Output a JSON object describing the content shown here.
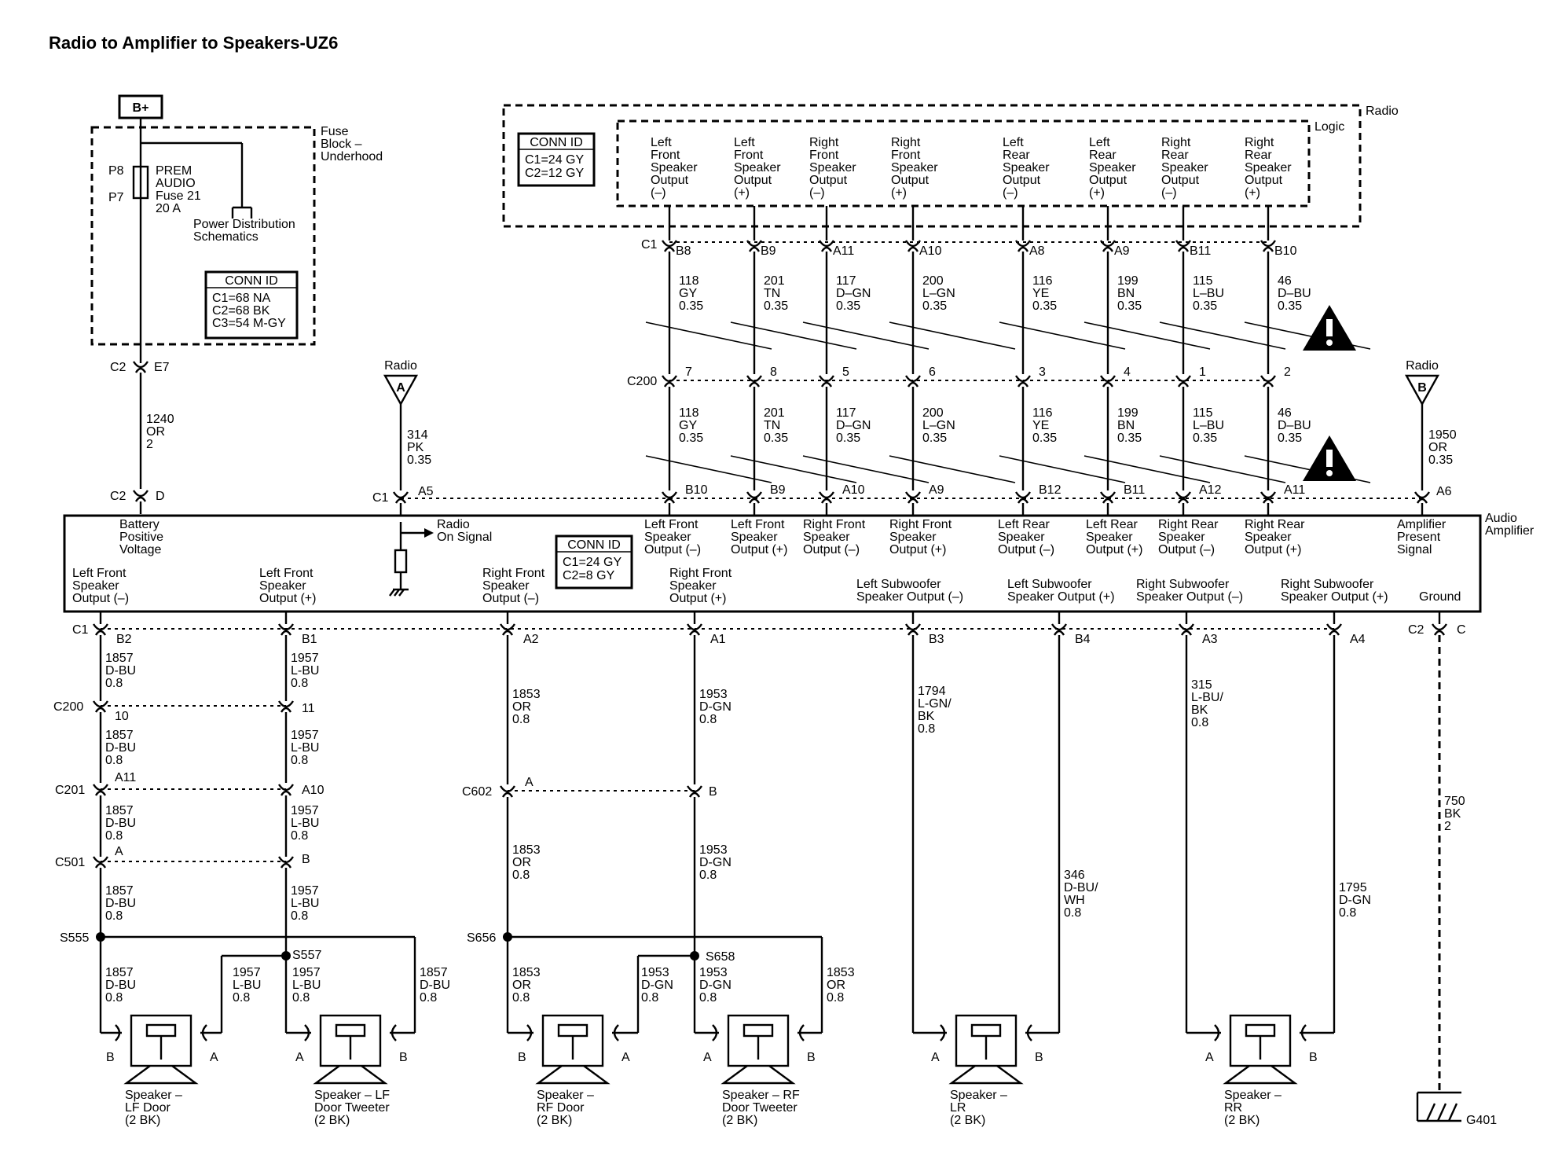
{
  "title": "Radio to Amplifier to Speakers-UZ6",
  "power": {
    "bplus": "B+",
    "fuse_block": [
      "Fuse",
      "Block –",
      "Underhood"
    ],
    "fuse_pins": [
      "P8",
      "P7"
    ],
    "fuse_label": [
      "PREM",
      "AUDIO",
      "Fuse 21",
      "20 A"
    ],
    "pd_schem": [
      "Power Distribution",
      "Schematics"
    ],
    "conn_title": "CONN ID",
    "conn_lines": [
      "C1=68 NA",
      "C2=68 BK",
      "C3=54 M-GY"
    ],
    "c2": "C2",
    "e7": "E7",
    "wire": [
      "1240",
      "OR",
      "2"
    ]
  },
  "radio": {
    "label": "Radio",
    "logic": "Logic",
    "conn_title": "CONN ID",
    "conn_lines": [
      "C1=24 GY",
      "C2=12 GY"
    ],
    "outputs": [
      [
        "Left",
        "Front",
        "Speaker",
        "Output",
        "(–)"
      ],
      [
        "Left",
        "Front",
        "Speaker",
        "Output",
        "(+)"
      ],
      [
        "Right",
        "Front",
        "Speaker",
        "Output",
        "(–)"
      ],
      [
        "Right",
        "Front",
        "Speaker",
        "Output",
        "(+)"
      ],
      [
        "Left",
        "Rear",
        "Speaker",
        "Output",
        "(–)"
      ],
      [
        "Left",
        "Rear",
        "Speaker",
        "Output",
        "(+)"
      ],
      [
        "Right",
        "Rear",
        "Speaker",
        "Output",
        "(–)"
      ],
      [
        "Right",
        "Rear",
        "Speaker",
        "Output",
        "(+)"
      ]
    ],
    "c1": "C1",
    "pins": [
      "B8",
      "B9",
      "A11",
      "A10",
      "A8",
      "A9",
      "B11",
      "B10"
    ]
  },
  "top_wires": [
    [
      "118",
      "GY",
      "0.35"
    ],
    [
      "201",
      "TN",
      "0.35"
    ],
    [
      "117",
      "D–GN",
      "0.35"
    ],
    [
      "200",
      "L–GN",
      "0.35"
    ],
    [
      "116",
      "YE",
      "0.35"
    ],
    [
      "199",
      "BN",
      "0.35"
    ],
    [
      "115",
      "L–BU",
      "0.35"
    ],
    [
      "46",
      "D–BU",
      "0.35"
    ]
  ],
  "c200_top": {
    "label": "C200",
    "pins": [
      "7",
      "8",
      "5",
      "6",
      "3",
      "4",
      "1",
      "2"
    ]
  },
  "amp_top_pins": [
    "B10",
    "B9",
    "A10",
    "A9",
    "B12",
    "B11",
    "A12",
    "A11"
  ],
  "radio_a": {
    "label": "Radio",
    "letter": "A",
    "wire": [
      "314",
      "PK",
      "0.35"
    ],
    "c1": "C1",
    "pin": "A5"
  },
  "radio_b": {
    "label": "Radio",
    "letter": "B",
    "wire": [
      "1950",
      "OR",
      "0.35"
    ],
    "pin": "A6"
  },
  "amp": {
    "label": [
      "Audio",
      "Amplifier"
    ],
    "c2": "C2",
    "d": "D",
    "batt": [
      "Battery",
      "Positive",
      "Voltage"
    ],
    "radio_on": [
      "Radio",
      "On Signal"
    ],
    "conn_title": "CONN ID",
    "conn_lines": [
      "C1=24 GY",
      "C2=8 GY"
    ],
    "inputs": [
      [
        "Left Front",
        "Speaker",
        "Output (–)"
      ],
      [
        "Left Front",
        "Speaker",
        "Output (+)"
      ],
      [
        "Right Front",
        "Speaker",
        "Output (–)"
      ],
      [
        "Right Front",
        "Speaker",
        "Output (+)"
      ],
      [
        "Left Rear",
        "Speaker",
        "Output (–)"
      ],
      [
        "Left Rear",
        "Speaker",
        "Output (+)"
      ],
      [
        "Right Rear",
        "Speaker",
        "Output (–)"
      ],
      [
        "Right Rear",
        "Speaker",
        "Output (+)"
      ]
    ],
    "amp_present": [
      "Amplifier",
      "Present",
      "Signal"
    ],
    "outputs": [
      [
        "Left Front",
        "Speaker",
        "Output (–)"
      ],
      [
        "Left Front",
        "Speaker",
        "Output (+)"
      ],
      [
        "Right Front",
        "Speaker",
        "Output (–)"
      ],
      [
        "Right Front",
        "Speaker",
        "Output (+)"
      ],
      [
        "Left Subwoofer",
        "Speaker Output (–)"
      ],
      [
        "Left Subwoofer",
        "Speaker Output (+)"
      ],
      [
        "Right Subwoofer",
        "Speaker Output (–)"
      ],
      [
        "Right Subwoofer",
        "Speaker Output (+)"
      ]
    ],
    "ground": "Ground"
  },
  "bottom": {
    "c1": "C1",
    "pins": [
      "B2",
      "B1",
      "A2",
      "A1",
      "B3",
      "B4",
      "A3",
      "A4"
    ],
    "c2": "C2",
    "c_pin": "C",
    "lf_wires": {
      "seg1": [
        [
          "1857",
          "D-BU",
          "0.8"
        ],
        [
          "1957",
          "L-BU",
          "0.8"
        ]
      ],
      "c200": "C200",
      "c200_pins": [
        "10",
        "11"
      ],
      "seg2": [
        [
          "1857",
          "D-BU",
          "0.8"
        ],
        [
          "1957",
          "L-BU",
          "0.8"
        ]
      ],
      "c201": "C201",
      "c201_pins": [
        "A11",
        "A10"
      ],
      "seg3": [
        [
          "1857",
          "D-BU",
          "0.8"
        ],
        [
          "1957",
          "L-BU",
          "0.8"
        ]
      ],
      "c501": "C501",
      "c501_pins": [
        "A",
        "B"
      ],
      "seg4": [
        [
          "1857",
          "D-BU",
          "0.8"
        ],
        [
          "1957",
          "L-BU",
          "0.8"
        ]
      ],
      "s555": "S555",
      "s557": "S557",
      "seg5": [
        [
          "1857",
          "D-BU",
          "0.8"
        ],
        [
          "1957",
          "L-BU",
          "0.8"
        ],
        [
          "1957",
          "L-BU",
          "0.8"
        ],
        [
          "1857",
          "D-BU",
          "0.8"
        ]
      ]
    },
    "rf_wires": {
      "seg1": [
        [
          "1853",
          "OR",
          "0.8"
        ],
        [
          "1953",
          "D-GN",
          "0.8"
        ]
      ],
      "c602": "C602",
      "c602_pins": [
        "A",
        "B"
      ],
      "seg2": [
        [
          "1853",
          "OR",
          "0.8"
        ],
        [
          "1953",
          "D-GN",
          "0.8"
        ]
      ],
      "s656": "S656",
      "s658": "S658",
      "seg3": [
        [
          "1853",
          "OR",
          "0.8"
        ],
        [
          "1953",
          "D-GN",
          "0.8"
        ],
        [
          "1953",
          "D-GN",
          "0.8"
        ],
        [
          "1853",
          "OR",
          "0.8"
        ]
      ]
    },
    "sub_wires": [
      [
        "1794",
        "L-GN/",
        "BK",
        "0.8"
      ],
      [
        "346",
        "D-BU/",
        "WH",
        "0.8"
      ],
      [
        "315",
        "L-BU/",
        "BK",
        "0.8"
      ],
      [
        "1795",
        "D-GN",
        "0.8"
      ]
    ],
    "ground_wire": [
      "750",
      "BK",
      "2"
    ],
    "g401": "G401"
  },
  "speakers": [
    {
      "name": [
        "Speaker –",
        "LF Door",
        "(2 BK)"
      ],
      "left": "B",
      "right": "A"
    },
    {
      "name": [
        "Speaker – LF",
        "Door Tweeter",
        "(2 BK)"
      ],
      "left": "A",
      "right": "B"
    },
    {
      "name": [
        "Speaker –",
        "RF Door",
        "(2 BK)"
      ],
      "left": "B",
      "right": "A"
    },
    {
      "name": [
        "Speaker – RF",
        "Door Tweeter",
        "(2 BK)"
      ],
      "left": "A",
      "right": "B"
    },
    {
      "name": [
        "Speaker –",
        "LR",
        "(2 BK)"
      ],
      "left": "A",
      "right": "B"
    },
    {
      "name": [
        "Speaker –",
        "RR",
        "(2 BK)"
      ],
      "left": "A",
      "right": "B"
    }
  ]
}
